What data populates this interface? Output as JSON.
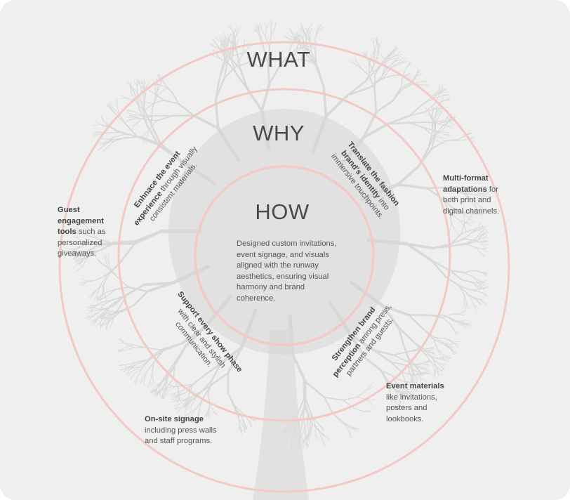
{
  "rings": {
    "outer_label": "WHAT",
    "middle_label": "WHY",
    "inner_label": "HOW"
  },
  "how": {
    "text": "Designed custom invitations, event signage, and visuals aligned with the runway aesthetics, ensuring visual harmony and brand coherence."
  },
  "why_items": [
    {
      "bold": "Enhnace the event experience",
      "rest": " through visually consistent materials."
    },
    {
      "bold": "Translate the fashion brand's identity",
      "rest": " into immersive touchpoints."
    },
    {
      "bold": "Support every show phase",
      "rest": " with clear and stylish communication."
    },
    {
      "bold": "Strengthen brand perception",
      "rest": " among press, partners and guests."
    }
  ],
  "what_items": [
    {
      "bold": "Guest engagement tools",
      "rest": " such as personalized giveaways."
    },
    {
      "bold": "Multi-format adaptations",
      "rest": " for both print and digital channels."
    },
    {
      "bold": "Event materials",
      "rest": " like invitations, posters and lookbooks."
    },
    {
      "bold": "On-site signage",
      "rest": " including press walls and staff programs."
    }
  ],
  "colors": {
    "ring": "#f2c9c4",
    "background": "#efefef",
    "heading": "#4a4a4a",
    "text": "#555555"
  }
}
